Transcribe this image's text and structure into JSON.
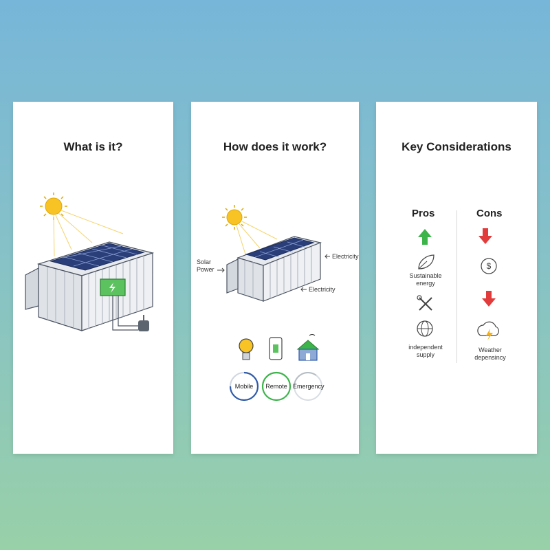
{
  "panels": [
    {
      "title": "What is it?"
    },
    {
      "title": "How does it work?",
      "labels": {
        "solar_power": "Solar\nPower",
        "electricity_top": "Electricity",
        "electricity_bottom": "Electricity"
      },
      "modes": [
        "Mobile",
        "Remote",
        "Emergency"
      ]
    },
    {
      "title": "Key Considerations",
      "pros": {
        "heading": "Pros",
        "items": [
          "Sustainable energy",
          "independent supply"
        ]
      },
      "cons": {
        "heading": "Cons",
        "items": [
          "Weather depensincy"
        ]
      }
    }
  ],
  "colors": {
    "green": "#3cb44a",
    "red": "#e23b3b",
    "sun": "#f7c325",
    "battery": "#5cc15f",
    "accent_blue": "#2f5aa8"
  },
  "icons": [
    "sun-icon",
    "plug-icon",
    "lightbulb-icon",
    "phone-icon",
    "house-icon",
    "arrow-up-icon",
    "arrow-down-icon",
    "leaf-icon",
    "tools-icon",
    "globe-icon",
    "dollar-icon",
    "storm-cloud-icon"
  ]
}
